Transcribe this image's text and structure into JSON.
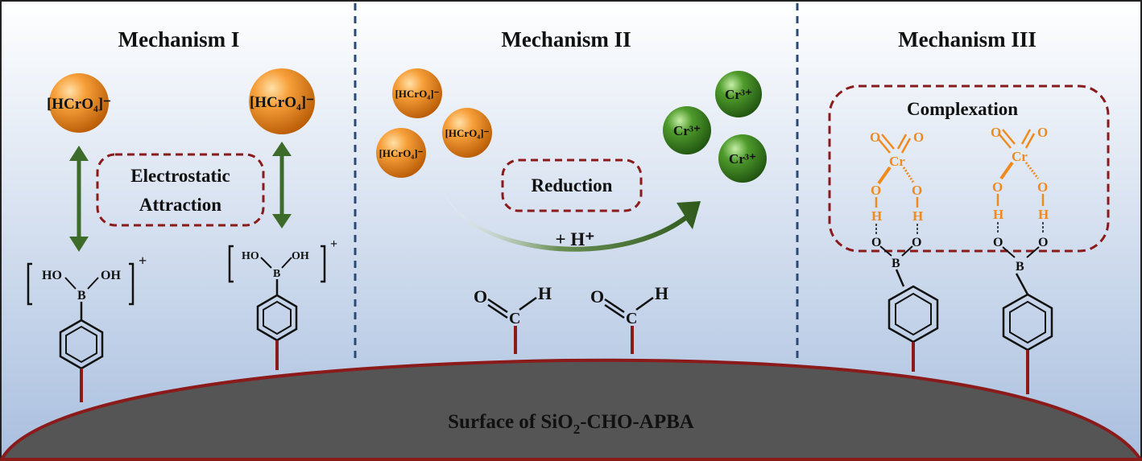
{
  "panels": [
    {
      "title": "Mechanism I"
    },
    {
      "title": "Mechanism II"
    },
    {
      "title": "Mechanism III"
    }
  ],
  "labels": {
    "electrostatic_line1": "Electrostatic",
    "electrostatic_line2": "Attraction",
    "reduction": "Reduction",
    "h_plus": "+ H⁺",
    "complexation": "Complexation"
  },
  "species": {
    "hcro4": "[HCrO₄]⁻",
    "cr3": "Cr³⁺"
  },
  "atoms": {
    "b": "B",
    "ho": "HO",
    "oh": "OH",
    "o": "O",
    "h": "H",
    "c": "C",
    "cr": "Cr",
    "charge_plus": "+"
  },
  "surface": {
    "label_prefix": "Surface of SiO",
    "label_sub": "2",
    "label_suffix": "-CHO-APBA"
  },
  "colors": {
    "orange_ball": "#f08a1c",
    "green_ball": "#3f8a22",
    "arrow_green": "#3d6b2a",
    "dashed_box": "#8b1a1a",
    "divider": "#2d4a75",
    "surface_fill": "#555555",
    "surface_edge": "#8b1a1a",
    "bg_top": "#ffffff",
    "bg_bottom": "#a9bfdf"
  }
}
